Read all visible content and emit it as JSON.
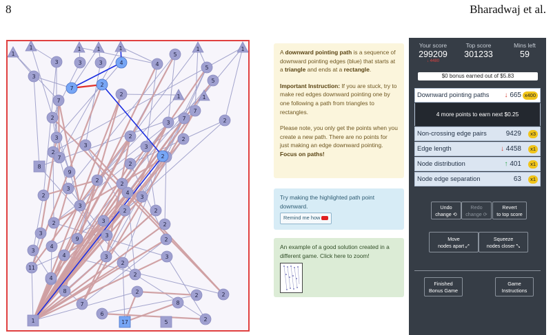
{
  "page": {
    "number": "8",
    "author": "Bharadwaj et al."
  },
  "colors": {
    "downward_edge": "#1b2ee0",
    "red_edge": "#e0302a",
    "normal_edge": "#9a9cc8",
    "pink_edge": "#cf9fa2",
    "node": "#9fa0d0",
    "highlight_node": "#77a6f5",
    "canvas_border": "#e0403f"
  },
  "graph": {
    "nodes": [
      {
        "label": "1",
        "shape": "triangle"
      },
      {
        "label": "1",
        "shape": "triangle"
      },
      {
        "label": "1",
        "shape": "triangle"
      },
      {
        "label": "1",
        "shape": "triangle"
      },
      {
        "label": "1",
        "shape": "triangle"
      },
      {
        "label": "1",
        "shape": "triangle"
      },
      {
        "label": "1",
        "shape": "triangle"
      },
      {
        "label": "1",
        "shape": "triangle"
      },
      {
        "label": "1",
        "shape": "triangle"
      },
      {
        "label": "3",
        "shape": "circle"
      },
      {
        "label": "3",
        "shape": "circle"
      },
      {
        "label": "3",
        "shape": "circle"
      },
      {
        "label": "3",
        "shape": "circle"
      },
      {
        "label": "4",
        "shape": "circle",
        "highlight": true
      },
      {
        "label": "4",
        "shape": "circle"
      },
      {
        "label": "5",
        "shape": "circle"
      },
      {
        "label": "5",
        "shape": "circle"
      },
      {
        "label": "5",
        "shape": "circle"
      },
      {
        "label": "7",
        "shape": "circle"
      },
      {
        "label": "7",
        "shape": "circle",
        "highlight": true
      },
      {
        "label": "2",
        "shape": "circle",
        "highlight": true
      },
      {
        "label": "2",
        "shape": "circle"
      },
      {
        "label": "7",
        "shape": "circle"
      },
      {
        "label": "2",
        "shape": "circle"
      },
      {
        "label": "3",
        "shape": "circle"
      },
      {
        "label": "2",
        "shape": "circle"
      },
      {
        "label": "7",
        "shape": "circle"
      },
      {
        "label": "3",
        "shape": "circle"
      },
      {
        "label": "2",
        "shape": "circle"
      },
      {
        "label": "2",
        "shape": "circle"
      },
      {
        "label": "3",
        "shape": "circle"
      },
      {
        "label": "3",
        "shape": "circle"
      },
      {
        "label": "2",
        "shape": "circle"
      },
      {
        "label": "8",
        "shape": "square"
      },
      {
        "label": "7",
        "shape": "circle"
      },
      {
        "label": "3",
        "shape": "circle"
      },
      {
        "label": "2",
        "shape": "circle"
      },
      {
        "label": "2",
        "shape": "circle",
        "highlight": true
      },
      {
        "label": "9",
        "shape": "circle"
      },
      {
        "label": "2",
        "shape": "circle"
      },
      {
        "label": "3",
        "shape": "circle"
      },
      {
        "label": "2",
        "shape": "circle"
      },
      {
        "label": "2",
        "shape": "circle"
      },
      {
        "label": "4",
        "shape": "circle"
      },
      {
        "label": "3",
        "shape": "circle"
      },
      {
        "label": "3",
        "shape": "circle"
      },
      {
        "label": "2",
        "shape": "circle"
      },
      {
        "label": "2",
        "shape": "circle"
      },
      {
        "label": "2",
        "shape": "circle"
      },
      {
        "label": "3",
        "shape": "circle"
      },
      {
        "label": "2",
        "shape": "circle"
      },
      {
        "label": "3",
        "shape": "circle"
      },
      {
        "label": "3",
        "shape": "circle"
      },
      {
        "label": "4",
        "shape": "circle"
      },
      {
        "label": "9",
        "shape": "circle"
      },
      {
        "label": "3",
        "shape": "circle"
      },
      {
        "label": "2",
        "shape": "circle"
      },
      {
        "label": "3",
        "shape": "circle"
      },
      {
        "label": "4",
        "shape": "circle"
      },
      {
        "label": "2",
        "shape": "circle"
      },
      {
        "label": "3",
        "shape": "circle"
      },
      {
        "label": "11",
        "shape": "circle"
      },
      {
        "label": "2",
        "shape": "circle"
      },
      {
        "label": "2",
        "shape": "circle"
      },
      {
        "label": "4",
        "shape": "circle"
      },
      {
        "label": "8",
        "shape": "circle"
      },
      {
        "label": "2",
        "shape": "circle"
      },
      {
        "label": "2",
        "shape": "circle"
      },
      {
        "label": "2",
        "shape": "circle"
      },
      {
        "label": "7",
        "shape": "circle"
      },
      {
        "label": "6",
        "shape": "circle"
      },
      {
        "label": "8",
        "shape": "circle"
      },
      {
        "label": "2",
        "shape": "circle"
      },
      {
        "label": "1",
        "shape": "square"
      },
      {
        "label": "17",
        "shape": "square",
        "highlight": true
      },
      {
        "label": "5",
        "shape": "square"
      }
    ]
  },
  "instructions": {
    "p1_pre": "A ",
    "p1_b1": "downward pointing path",
    "p1_mid1": " is a sequence of downward pointing edges (blue) that starts at a ",
    "p1_b2": "triangle",
    "p1_mid2": " and ends at a ",
    "p1_b3": "rectangle",
    "p1_end": ".",
    "p2_b": "Important Instruction:",
    "p2_text": " If you are stuck, try to make red edges downward pointing one by one following a path from triangles to rectangles.",
    "p3_text": "Please note, you only get the points when you create a new path. There are no points for just making an edge downward pointing. ",
    "p3_b": "Focus on paths!"
  },
  "hint": {
    "text": "Try making the highlighted path point downward.",
    "remind_button": "Remind me how"
  },
  "example": {
    "text": "An example of a good solution created in a different game. Click here to zoom!"
  },
  "scores": {
    "your_score_label": "Your score",
    "your_score": "299209",
    "your_score_delta": "↓ 4480",
    "top_score_label": "Top score",
    "top_score": "301233",
    "mins_left_label": "Mins left",
    "mins_left": "59",
    "bonus_text": "$0 bonus earned out of $5.83"
  },
  "metrics": [
    {
      "label": "Downward pointing paths",
      "arrow": "↓",
      "value": "665",
      "multiplier": "x400"
    },
    {
      "label": "Non-crossing edge pairs",
      "arrow": "",
      "value": "9429",
      "multiplier": "x3"
    },
    {
      "label": "Edge length",
      "arrow": "↓",
      "value": "4458",
      "multiplier": "x1"
    },
    {
      "label": "Node distribution",
      "arrow": "↑",
      "value": "401",
      "multiplier": "x1"
    },
    {
      "label": "Node edge separation",
      "arrow": "",
      "value": "63",
      "multiplier": "x1"
    }
  ],
  "earn_next": "4 more points to earn next $0.25",
  "buttons": {
    "undo_l1": "Undo",
    "undo_l2": "change ⟲",
    "redo_l1": "Redo",
    "redo_l2": "change ⟳",
    "revert_l1": "Revert",
    "revert_l2": "to top score",
    "move_l1": "Move",
    "move_l2": "nodes apart ⤢",
    "squeeze_l1": "Squeeze",
    "squeeze_l2": "nodes closer ⤡",
    "finished_l1": "Finished",
    "finished_l2": "Bonus Game",
    "game_l1": "Game",
    "game_l2": "Instructions"
  }
}
